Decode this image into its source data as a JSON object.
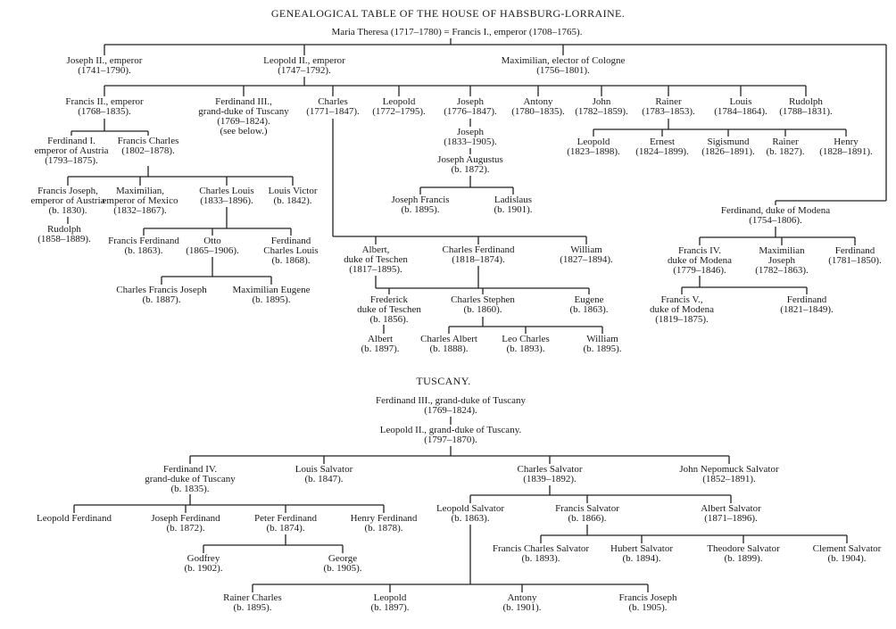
{
  "title": "GENEALOGICAL TABLE OF THE HOUSE OF HABSBURG-LORRAINE.",
  "top_couple": "Maria Theresa (1717–1780) = Francis I., emperor (1708–1765).",
  "subtitle": "TUSCANY.",
  "nodes": {
    "joseph_ii": "Joseph II., emperor\n(1741–1790).",
    "leopold_ii": "Leopold II., emperor\n(1747–1792).",
    "maximilian_cologne": "Maximilian, elector of Cologne\n(1756–1801).",
    "francis_ii": "Francis II., emperor\n(1768–1835).",
    "ferdinand_iii_top": "Ferdinand III.,\ngrand-duke of Tuscany\n(1769–1824).\n(see below.)",
    "charles": "Charles\n(1771–1847).",
    "leopold_1772": "Leopold\n(1772–1795).",
    "joseph_1776": "Joseph\n(1776–1847).",
    "antony_1780": "Antony\n(1780–1835).",
    "john": "John\n(1782–1859).",
    "rainer_1783": "Rainer\n(1783–1853).",
    "louis": "Louis\n(1784–1864).",
    "rudolph_1788": "Rudolph\n(1788–1831).",
    "ferdinand_i": "Ferdinand I.\nemperor of Austria\n(1793–1875).",
    "francis_charles": "Francis Charles\n(1802–1878).",
    "joseph_1833": "Joseph\n(1833–1905).",
    "joseph_augustus": "Joseph Augustus\n(b. 1872).",
    "joseph_francis": "Joseph Francis\n(b. 1895).",
    "ladislaus": "Ladislaus\n(b. 1901).",
    "leopold_1823": "Leopold\n(1823–1898).",
    "ernest": "Ernest\n(1824–1899).",
    "sigismund": "Sigismund\n(1826–1891).",
    "rainer_1827": "Rainer\n(b. 1827).",
    "henry_1828": "Henry\n(1828–1891).",
    "francis_joseph_emp": "Francis Joseph,\nemperor of Austria\n(b. 1830).",
    "maximilian_mexico": "Maximilian,\nemperor of Mexico\n(1832–1867).",
    "charles_louis": "Charles Louis\n(1833–1896).",
    "louis_victor": "Louis Victor\n(b. 1842).",
    "rudolph_1858": "Rudolph\n(1858–1889).",
    "francis_ferdinand": "Francis Ferdinand\n(b. 1863).",
    "otto": "Otto\n(1865–1906).",
    "ferdinand_charles_louis": "Ferdinand\nCharles Louis\n(b. 1868).",
    "charles_francis_joseph": "Charles Francis Joseph\n(b. 1887).",
    "maximilian_eugene": "Maximilian Eugene\n(b. 1895).",
    "ferdinand_modena": "Ferdinand, duke of Modena\n(1754–1806).",
    "albert_teschen": "Albert,\nduke of Teschen\n(1817–1895).",
    "charles_ferdinand": "Charles Ferdinand\n(1818–1874).",
    "william_1827": "William\n(1827–1894).",
    "francis_iv": "Francis IV.\nduke of Modena\n(1779–1846).",
    "maximilian_joseph": "Maximilian\nJoseph\n(1782–1863).",
    "ferdinand_1781": "Ferdinand\n(1781–1850).",
    "frederick": "Frederick\nduke of Teschen\n(b. 1856).",
    "charles_stephen": "Charles Stephen\n(b. 1860).",
    "eugene": "Eugene\n(b. 1863).",
    "francis_v": "Francis V.,\nduke of Modena\n(1819–1875).",
    "ferdinand_1821": "Ferdinand\n(1821–1849).",
    "albert_1897": "Albert\n(b. 1897).",
    "charles_albert": "Charles Albert\n(b. 1888).",
    "leo_charles": "Leo Charles\n(b. 1893).",
    "william_1895": "William\n(b. 1895).",
    "ferdinand_iii_tuscany": "Ferdinand III., grand-duke of Tuscany\n(1769–1824).",
    "leopold_ii_tuscany": "Leopold II., grand-duke of Tuscany.\n(1797–1870).",
    "ferdinand_iv": "Ferdinand IV.\ngrand-duke of Tuscany\n(b. 1835).",
    "louis_salvator": "Louis Salvator\n(b. 1847).",
    "charles_salvator": "Charles Salvator\n(1839–1892).",
    "john_nepomuck": "John Nepomuck Salvator\n(1852–1891).",
    "leopold_ferdinand": "Leopold Ferdinand",
    "joseph_ferdinand": "Joseph Ferdinand\n(b. 1872).",
    "peter_ferdinand": "Peter Ferdinand\n(b. 1874).",
    "henry_ferdinand": "Henry Ferdinand\n(b. 1878).",
    "leopold_salvator": "Leopold Salvator\n(b. 1863).",
    "francis_salvator": "Francis Salvator\n(b. 1866).",
    "albert_salvator": "Albert Salvator\n(1871–1896).",
    "godfrey": "Godfrey\n(b. 1902).",
    "george": "George\n(b. 1905).",
    "francis_charles_salvator": "Francis Charles Salvator\n(b. 1893).",
    "hubert_salvator": "Hubert Salvator\n(b. 1894).",
    "theodore_salvator": "Theodore Salvator\n(b. 1899).",
    "clement_salvator": "Clement Salvator\n(b. 1904).",
    "rainer_charles": "Rainer Charles\n(b. 1895).",
    "leopold_1897": "Leopold\n(b. 1897).",
    "antony_1901": "Antony\n(b. 1901).",
    "francis_joseph_1905": "Francis Joseph\n(b. 1905)."
  }
}
